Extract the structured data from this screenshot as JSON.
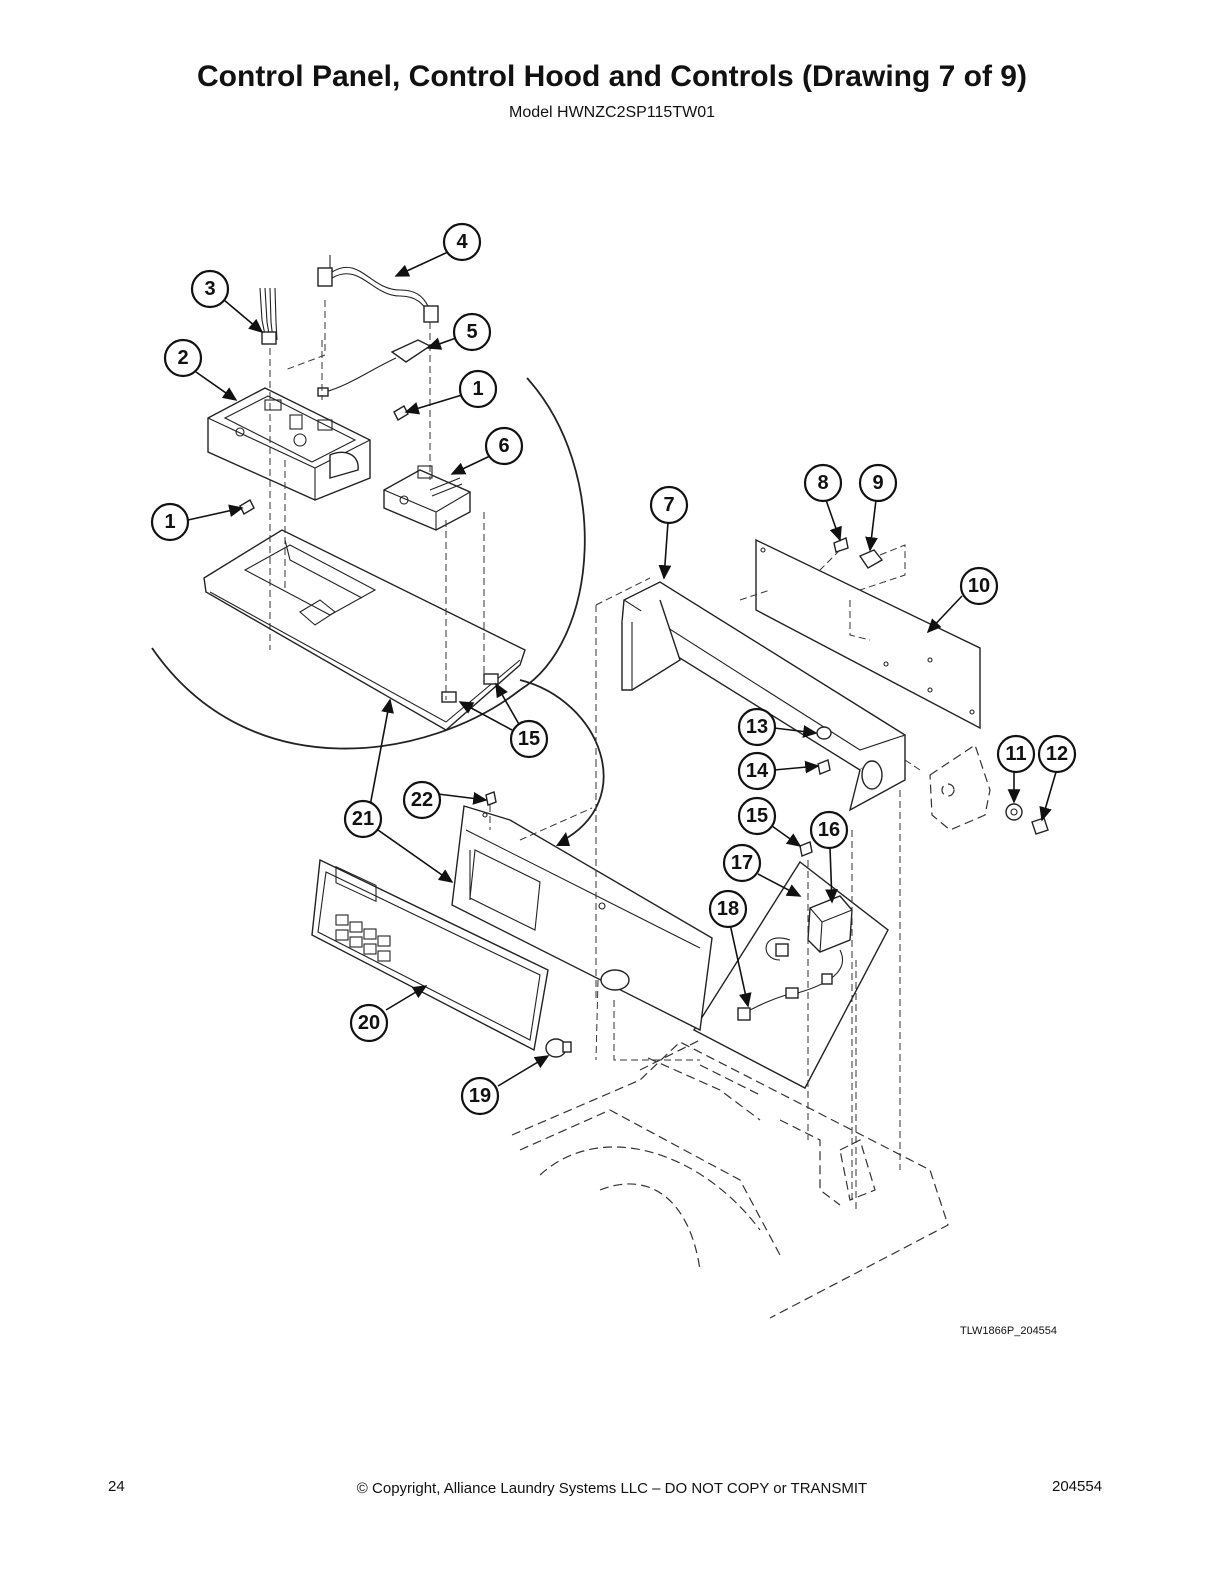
{
  "header": {
    "title": "Control Panel, Control Hood and Controls (Drawing 7 of 9)",
    "model": "Model HWNZC2SP115TW01"
  },
  "drawing_code": "TLW1866P_204554",
  "footer": {
    "page_number": "24",
    "copyright": "© Copyright, Alliance Laundry Systems LLC – DO NOT COPY or TRANSMIT",
    "document_number": "204554"
  },
  "callouts": [
    {
      "label": "4"
    },
    {
      "label": "3"
    },
    {
      "label": "5"
    },
    {
      "label": "2"
    },
    {
      "label": "1"
    },
    {
      "label": "6"
    },
    {
      "label": "1"
    },
    {
      "label": "8"
    },
    {
      "label": "9"
    },
    {
      "label": "7"
    },
    {
      "label": "10"
    },
    {
      "label": "13"
    },
    {
      "label": "11"
    },
    {
      "label": "12"
    },
    {
      "label": "14"
    },
    {
      "label": "15"
    },
    {
      "label": "15"
    },
    {
      "label": "16"
    },
    {
      "label": "22"
    },
    {
      "label": "21"
    },
    {
      "label": "17"
    },
    {
      "label": "18"
    },
    {
      "label": "20"
    },
    {
      "label": "19"
    }
  ]
}
